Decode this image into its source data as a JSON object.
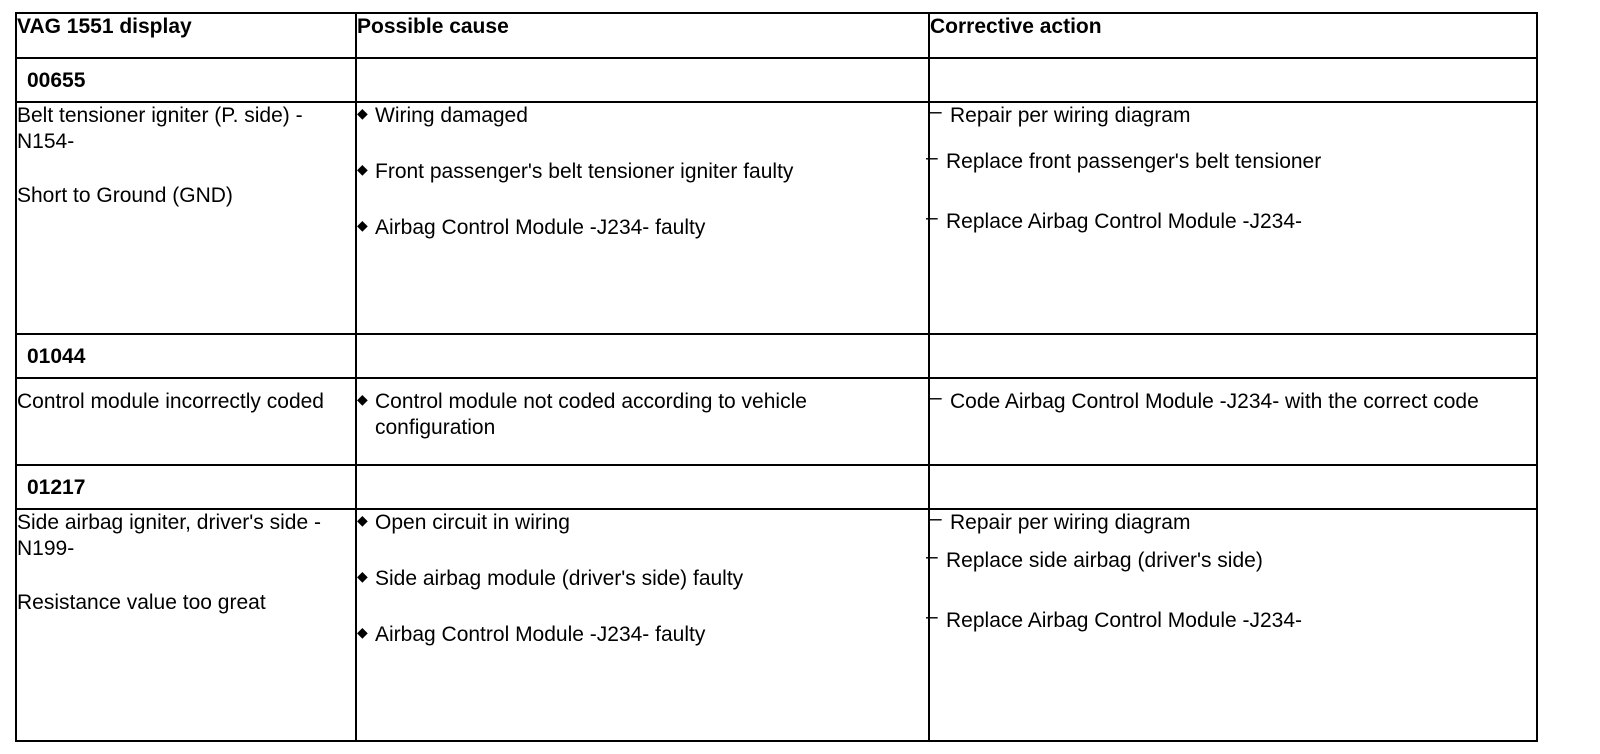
{
  "table": {
    "headers": [
      "VAG 1551 display",
      "Possible cause",
      "Corrective action"
    ],
    "rows": [
      {
        "code": "00655",
        "description": [
          "Belt tensioner igniter (P. side) -N154-",
          "Short to Ground (GND)"
        ],
        "causes": [
          "Wiring damaged",
          "Front passenger's belt tensioner igniter faulty",
          "Airbag Control Module -J234- faulty"
        ],
        "actions": [
          "Repair per wiring diagram",
          "Replace front passenger's belt tensioner",
          "Replace Airbag Control Module -J234-"
        ]
      },
      {
        "code": "01044",
        "description": [
          "Control module incorrectly coded"
        ],
        "causes": [
          "Control module not coded according to vehicle configuration"
        ],
        "actions": [
          "Code Airbag Control Module -J234- with the correct code"
        ]
      },
      {
        "code": "01217",
        "description": [
          "Side airbag igniter, driver's side -N199-",
          "Resistance value too great"
        ],
        "causes": [
          "Open circuit in wiring",
          "Side airbag module (driver's side) faulty",
          "Airbag Control Module -J234- faulty"
        ],
        "actions": [
          "Repair per wiring diagram",
          "Replace side airbag (driver's side)",
          "Replace Airbag Control Module -J234-"
        ]
      }
    ]
  },
  "symbols": {
    "bullet": "◆",
    "dash": "–"
  }
}
